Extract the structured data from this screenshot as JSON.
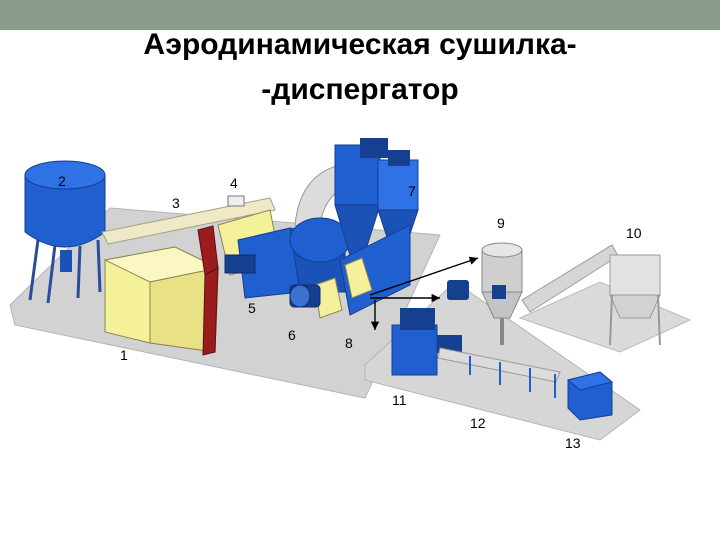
{
  "slide": {
    "title_line1": "Аэродинамическая сушилка-",
    "title_line2": "-диспергатор",
    "topbar_color": "#8a9c8c"
  },
  "diagram": {
    "colors": {
      "equipment_blue": "#1f5fd0",
      "equipment_blue_dark": "#153f8f",
      "furnace_yellow": "#f5f09a",
      "furnace_red": "#9a1c1c",
      "conveyor_light": "#efe9c8",
      "floor": "#d3d3d3",
      "metal": "#c9c9c9"
    },
    "labels": [
      "1",
      "2",
      "3",
      "4",
      "5",
      "6",
      "7",
      "8",
      "9",
      "10",
      "11",
      "12",
      "13"
    ]
  }
}
